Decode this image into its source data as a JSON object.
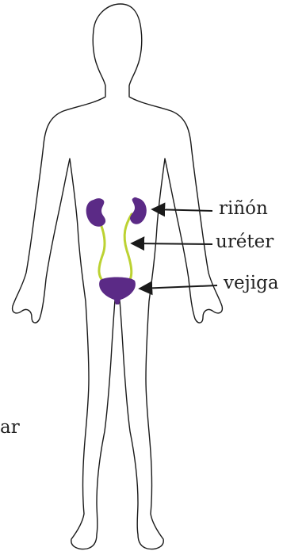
{
  "labels": {
    "kidney": "riñón",
    "ureter": "uréter",
    "bladder": "vejiga",
    "cut_off": "ar"
  },
  "colors": {
    "organ": "#5b2a86",
    "ureter": "#bcd232",
    "outline": "#1a1a1a",
    "arrow": "#1a1a1a",
    "text": "#222222"
  }
}
